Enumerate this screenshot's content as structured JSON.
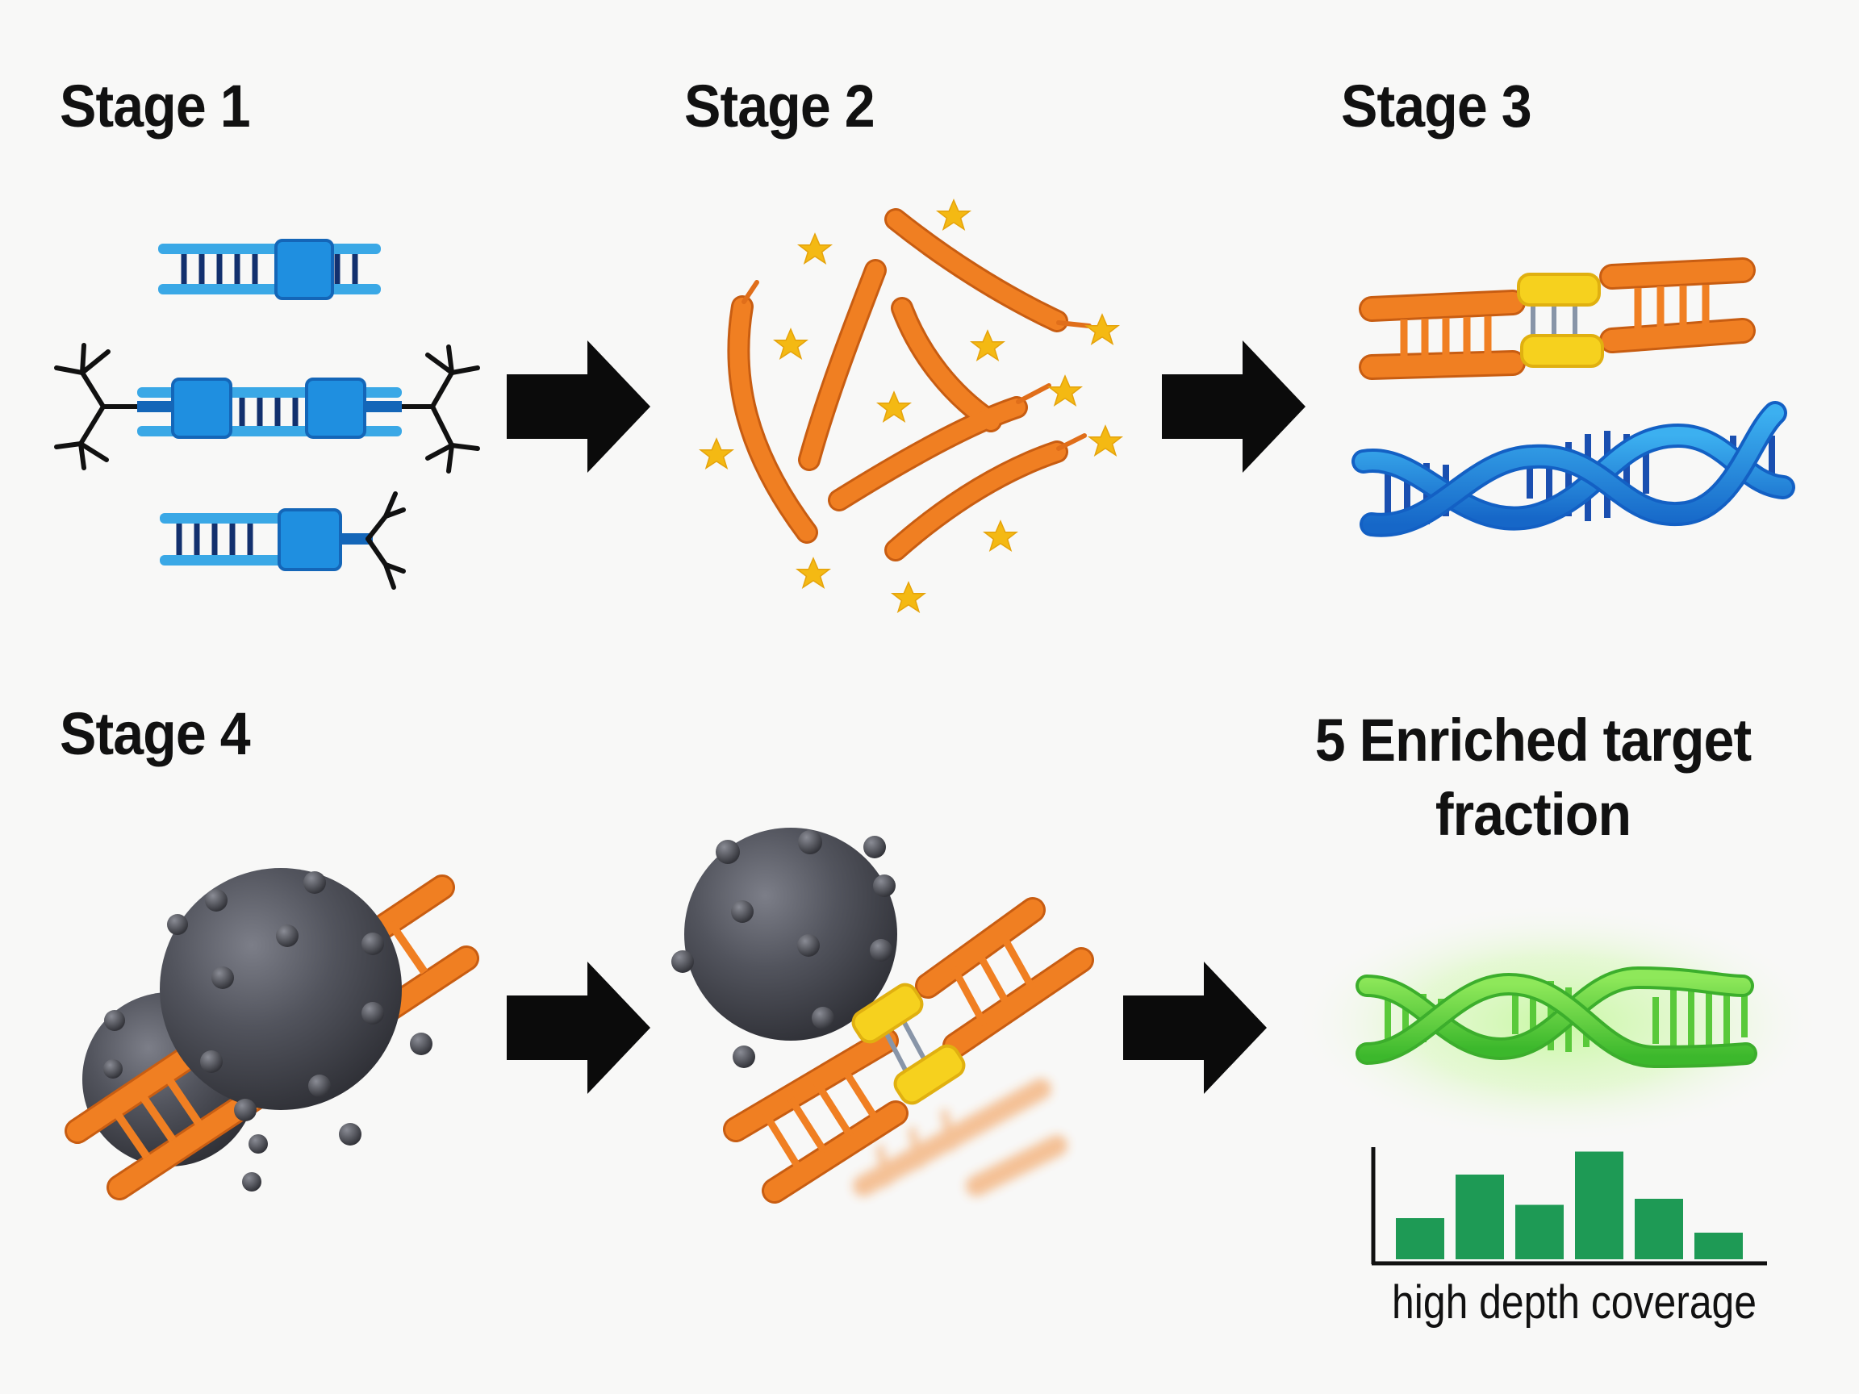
{
  "stages": {
    "stage1": "Stage 1",
    "stage2": "Stage 2",
    "stage3": "Stage 3",
    "stage4": "Stage 4",
    "stage5": "5 Enriched target fraction"
  },
  "coverage_caption": "high depth coverage",
  "coverage_bars": [
    0.34,
    0.7,
    0.45,
    0.89,
    0.5,
    0.22
  ],
  "colors": {
    "dna_blue": "#1f8fe0",
    "adapter_blue": "#3aa8e6",
    "fragment_orange": "#f07f22",
    "probe_yellow": "#f6d11e",
    "star_gold": "#f4b913",
    "bead_gray": "#4a4c55",
    "enriched_green": "#5cd63a",
    "bar_green": "#1e9a55",
    "arrow_black": "#0b0b0b"
  },
  "icons": [
    "adapter-ligated-dna-icon",
    "fragment-icon",
    "star-icon",
    "probe-hybrid-icon",
    "double-helix-icon",
    "magnetic-bead-icon",
    "process-arrow-icon",
    "bar-chart-icon"
  ]
}
